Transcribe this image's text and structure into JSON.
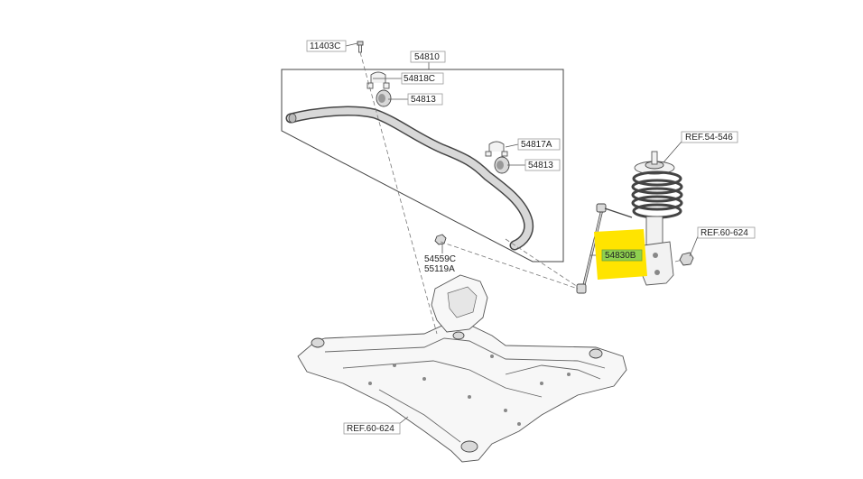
{
  "labels": {
    "bolt": "11403C",
    "stabilizer_bar_assy": "54810",
    "bracket_bushing": "54818C",
    "bushing_left": "54813",
    "bracket_right": "54817A",
    "bushing_right": "54813",
    "link_nut": "54559C",
    "link_bolt": "55119A",
    "stabilizer_link": "54830B",
    "strut_ref": "REF.54-546",
    "knuckle_ref": "REF.60-624",
    "subframe_ref": "REF.60-624"
  },
  "highlight": {
    "part": "54830B",
    "color": "#ffe400",
    "label_color": "#8fd14f"
  }
}
